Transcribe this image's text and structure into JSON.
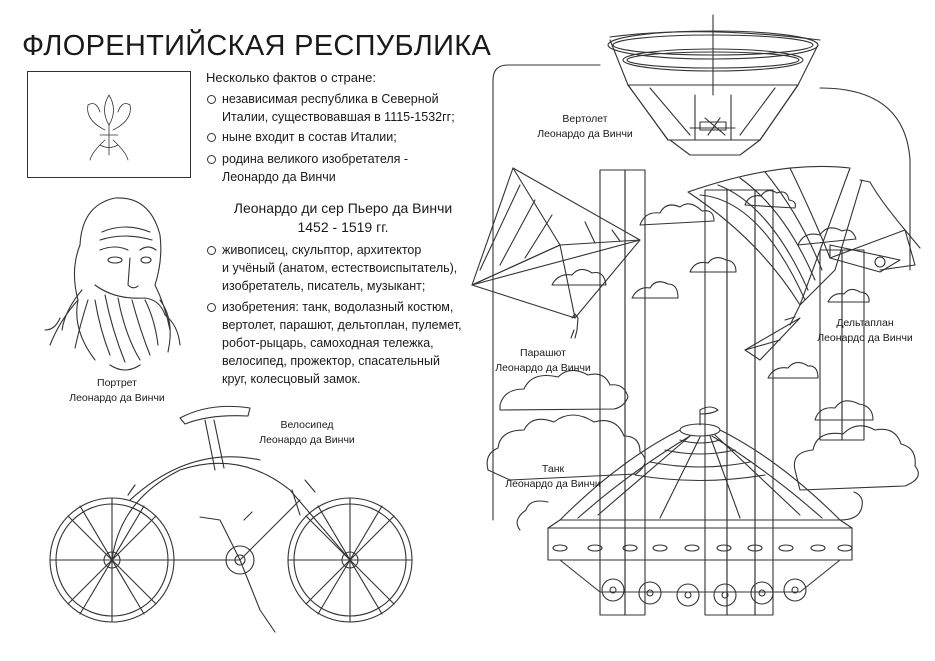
{
  "title": "ФЛОРЕНТИЙСКАЯ РЕСПУБЛИКА",
  "facts": {
    "heading": "Несколько фактов о стране:",
    "items": [
      [
        "независимая республика в Северной",
        "Италии, существовавшая в 1115-1532гг;"
      ],
      [
        "ныне входит в состав Италии;"
      ],
      [
        "родина великого изобретателя -",
        "Леонардо да Винчи"
      ]
    ]
  },
  "leonardo": {
    "name": "Леонардо ди сер Пьеро да Винчи",
    "years": "1452 - 1519 гг.",
    "bullets": [
      [
        "живописец, скульптор, архитектор",
        "и учёный (анатом, естествоиспытатель),",
        "изобретатель, писатель, музыкант;"
      ],
      [
        "изобретения: танк, водолазный костюм,",
        "вертолет, парашют, дельтоплан, пулемет,",
        "робот-рыцарь, самоходная тележка,",
        "велосипед, прожектор, спасательный",
        "круг, колесцовый замок."
      ]
    ]
  },
  "captions": {
    "portrait": [
      "Портрет",
      "Леонардо да Винчи"
    ],
    "bicycle": [
      "Велосипед",
      "Леонардо да Винчи"
    ],
    "helicopter": [
      "Вертолет",
      "Леонардо да Винчи"
    ],
    "parachute": [
      "Парашют",
      "Леонардо да Винчи"
    ],
    "glider": [
      "Дельтаплан",
      "Леонардо да Винчи"
    ],
    "tank": [
      "Танк",
      "Леонардо да Винчи"
    ]
  },
  "icons": {
    "flag": "fleur-de-lis-icon",
    "portrait": "leonardo-portrait-icon",
    "bicycle": "bicycle-icon",
    "helicopter": "aerial-screw-icon",
    "parachute": "pyramid-parachute-icon",
    "glider": "ornithopter-icon",
    "tank": "tank-icon",
    "clouds": "cloud-icon"
  },
  "colors": {
    "line": "#333333",
    "text": "#1a1a1a",
    "background": "#ffffff"
  }
}
